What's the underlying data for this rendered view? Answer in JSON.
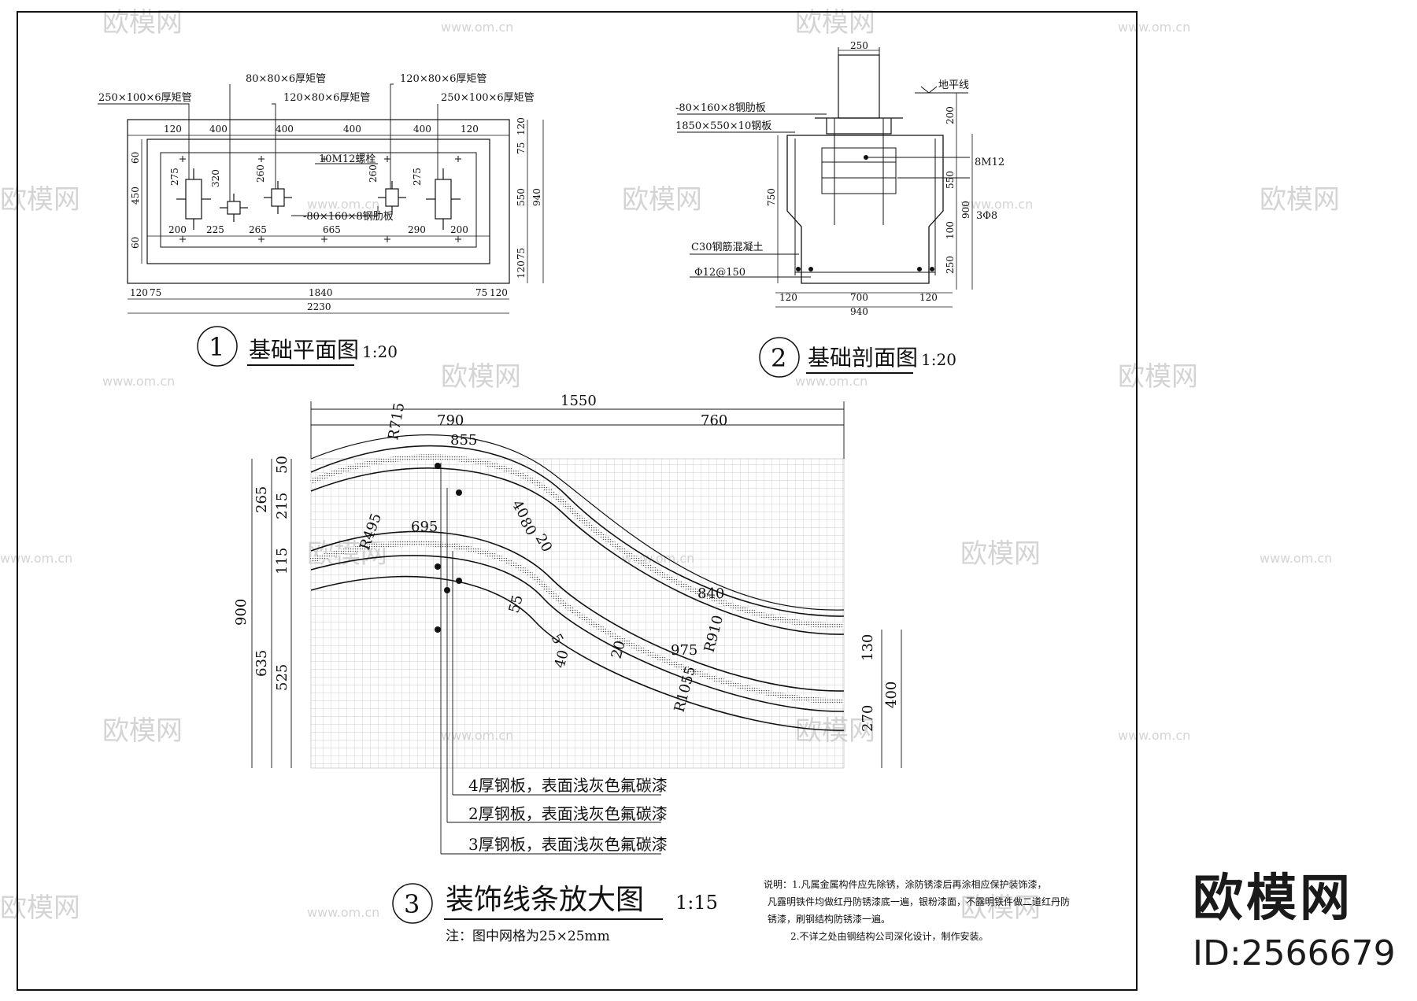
{
  "drawing1": {
    "number": "1",
    "title": "基础平面图",
    "scale": "1:20",
    "callouts": [
      "250×100×6厚矩管",
      "80×80×6厚矩管",
      "120×80×6厚矩管",
      "120×80×6厚矩管",
      "250×100×6厚矩管"
    ],
    "bolt_note": "10M12螺栓",
    "plate_note": "-80×160×8钢肋板",
    "top_dims": [
      "120",
      "400",
      "400",
      "400",
      "400",
      "120"
    ],
    "inner_dims": [
      "200",
      "225",
      "265",
      "665",
      "290",
      "200"
    ],
    "vertical_dims": [
      "275",
      "320",
      "260",
      "260",
      "275",
      "60",
      "450",
      "60"
    ],
    "right_dims": [
      "120",
      "75",
      "550",
      "940",
      "75",
      "120"
    ],
    "bottom_dims": [
      "120",
      "75",
      "1840",
      "75",
      "120"
    ],
    "overall": "2230"
  },
  "drawing2": {
    "number": "2",
    "title": "基础剖面图",
    "scale": "1:20",
    "top_dim": "250",
    "ground_label": "地平线",
    "plate1": "-80×160×8钢肋板",
    "plate2": "1850×550×10钢板",
    "concrete": "C30钢筋混凝土",
    "rebar": "Φ12@150",
    "bolts": "8M12",
    "stirrup": "3Φ8",
    "right_dims": [
      "200",
      "550",
      "900",
      "100",
      "250"
    ],
    "left_dim": "750",
    "bottom_dims": [
      "120",
      "700",
      "120"
    ],
    "overall": "940"
  },
  "drawing3": {
    "number": "3",
    "title": "装饰线条放大图",
    "scale": "1:15",
    "grid_note": "注：图中网格为25×25mm",
    "top_total": "1550",
    "top_dims": [
      "790",
      "760"
    ],
    "arc_labels": [
      "R715",
      "855",
      "R495",
      "695",
      "840",
      "975",
      "R910",
      "R1055"
    ],
    "thickness_labels": [
      "40",
      "80",
      "20",
      "55",
      "5",
      "40",
      "20"
    ],
    "left_dims": [
      "50",
      "215",
      "265",
      "115",
      "900",
      "635",
      "525"
    ],
    "right_dims": [
      "130",
      "270",
      "400"
    ],
    "legend": [
      "4厚钢板，表面浅灰色氟碳漆",
      "2厚钢板，表面浅灰色氟碳漆",
      "3厚钢板，表面浅灰色氟碳漆"
    ]
  },
  "notes": [
    "说明：1.凡属金属构件应先除锈，涂防锈漆后再涂相应保护装饰漆，",
    "凡露明铁件均做红丹防锈漆底一遍，银粉漆面，不露明铁件做二道红丹防",
    "锈漆，刷钢结构防锈漆一遍。",
    "2.不详之处由钢结构公司深化设计，制作安装。"
  ],
  "watermark": {
    "brand": "欧模网",
    "url": "www.om.cn"
  },
  "brand": {
    "name": "欧模网",
    "id": "ID:2566679"
  }
}
